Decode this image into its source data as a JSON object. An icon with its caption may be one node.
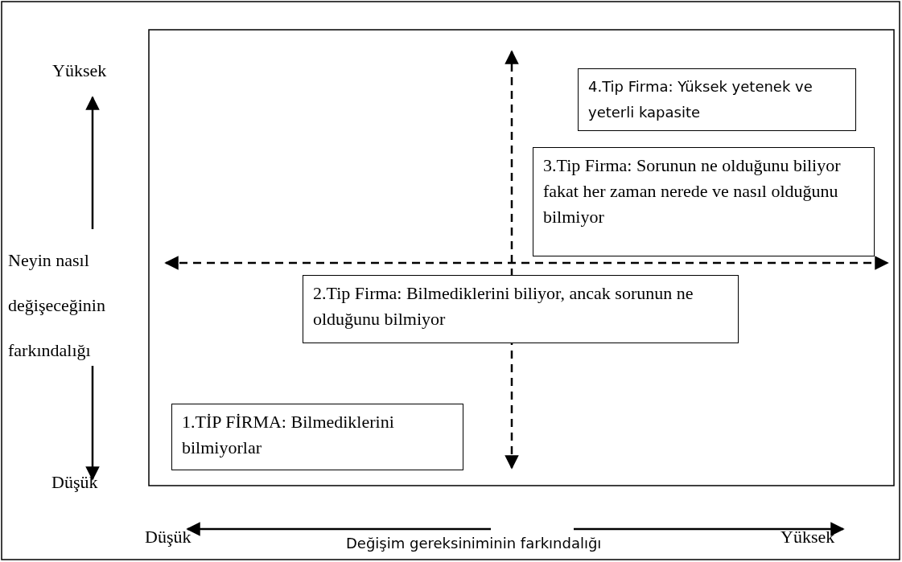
{
  "diagram": {
    "nodes": [
      {
        "text": [
          "4.Tip Firma: Yüksek yetenek ve yeterli kapasite"
        ]
      },
      {
        "text": [
          "3.Tip Firma:  Sorunun ne olduğunu biliyor  fakat her zaman nerede ve nasıl olduğunu bilmiyor"
        ]
      },
      {
        "text": [
          "2.Tip Firma:  Bilmediklerini  biliyor, ancak sorunun ne olduğunu bilmiyor"
        ]
      },
      {
        "text": [
          "1.TİP FİRMA: Bilmediklerini bilmiyorlar"
        ]
      }
    ],
    "labels": [
      "Yüksek",
      "Neyin nasıl değişeceğinin farkındalığı",
      "Düşük",
      "Düşük",
      "Değişim gereksiniminin farkındalığı",
      "Yüksek"
    ]
  }
}
